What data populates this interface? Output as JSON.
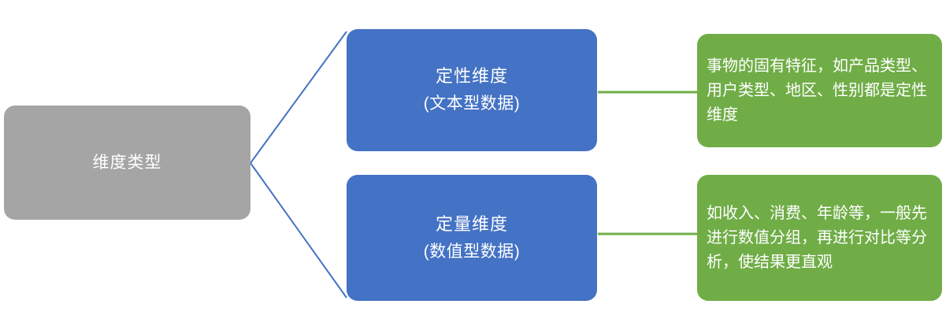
{
  "diagram": {
    "type": "mind-map",
    "root": {
      "label": "维度类型",
      "color": "#A5A5A5"
    },
    "branch_color": "#4472C4",
    "note_color": "#70AD47",
    "branch_connector_color": "#4472C4",
    "note_connector_color": "#70AD47",
    "branches": [
      {
        "title": "定性维度",
        "subtitle": "(文本型数据)",
        "note": "事物的固有特征，如产品类型、用户类型、地区、性别都是定性维度"
      },
      {
        "title": "定量维度",
        "subtitle": "(数值型数据)",
        "note": "如收入、消费、年龄等，一般先进行数值分组，再进行对比等分析，使结果更直观"
      }
    ]
  }
}
